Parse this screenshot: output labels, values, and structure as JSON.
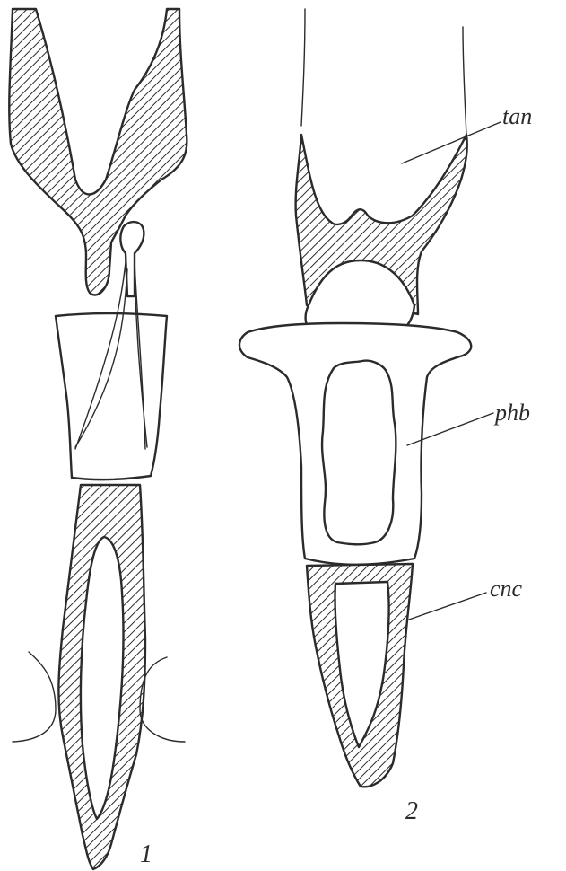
{
  "labels": {
    "tan": "tan",
    "phb": "phb",
    "cnc": "cnc"
  },
  "figures": {
    "fig1": "1",
    "fig2": "2"
  },
  "colors": {
    "ink": "#2b2b2b",
    "paper": "#ffffff"
  }
}
